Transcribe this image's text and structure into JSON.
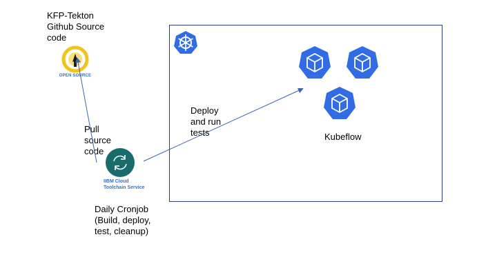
{
  "source": {
    "title": "KFP-Tekton\nGithub Source\ncode",
    "logo_text": "OPEN SOURCE",
    "icon": "open-source-icon"
  },
  "toolchain": {
    "pull_label": "Pull\nsource\ncode",
    "service_name": "IIBM Cloud\nToolchain Service",
    "cron_label": "Daily Cronjob\n(Build, deploy,\ntest, cleanup)",
    "icon": "toolchain-sync-icon",
    "color": "#1a6b6b"
  },
  "cluster": {
    "icon": "kubernetes-icon",
    "deploy_label": "Deploy\nand run\ntests",
    "kubeflow_label": "Kubeflow",
    "node_icon": "kubeflow-cube-icon",
    "accent": "#326ce5"
  }
}
